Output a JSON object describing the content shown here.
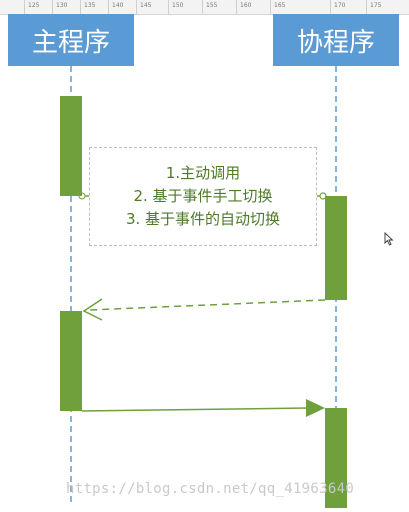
{
  "ruler": {
    "ticks": [
      "125",
      "130",
      "135",
      "140",
      "145",
      "150",
      "155",
      "160",
      "165",
      "170",
      "175"
    ]
  },
  "actors": {
    "main": "主程序",
    "coroutine": "协程序"
  },
  "note": {
    "lines": [
      "1.主动调用",
      "2. 基于事件手工切换",
      "3. 基于事件的自动切换"
    ]
  },
  "watermark": "https://blog.csdn.net/qq_41963640",
  "colors": {
    "actor_fill": "#5b9bd5",
    "activation_fill": "#70a03c",
    "lifeline": "#5b9bd5",
    "note_text": "#4e7a2a"
  }
}
